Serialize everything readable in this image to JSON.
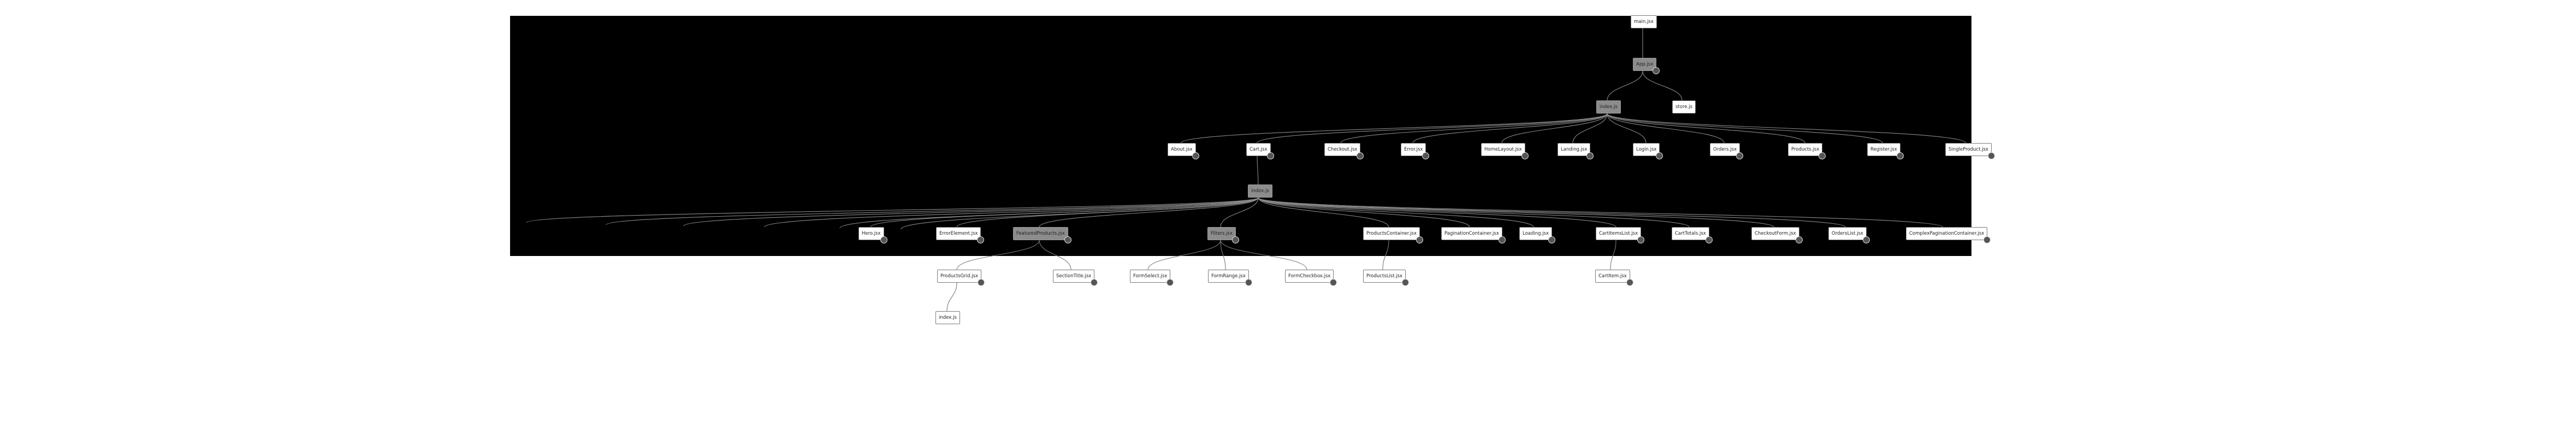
{
  "tree": {
    "nodes": [
      {
        "id": "n_main",
        "label": "main.jsx",
        "dir": false,
        "badge": false
      },
      {
        "id": "n_app",
        "label": "App.jsx",
        "dir": true,
        "badge": true
      },
      {
        "id": "n_pages",
        "label": "index.js",
        "dir": true,
        "badge": false
      },
      {
        "id": "n_store",
        "label": "store.js",
        "dir": false,
        "badge": false
      },
      {
        "id": "p1",
        "label": "About.jsx",
        "dir": false,
        "badge": true
      },
      {
        "id": "p2",
        "label": "Cart.jsx",
        "dir": false,
        "badge": true
      },
      {
        "id": "p3",
        "label": "Checkout.jsx",
        "dir": false,
        "badge": true
      },
      {
        "id": "p4",
        "label": "Error.jsx",
        "dir": false,
        "badge": true
      },
      {
        "id": "p5",
        "label": "HomeLayout.jsx",
        "dir": false,
        "badge": true
      },
      {
        "id": "p6",
        "label": "Landing.jsx",
        "dir": false,
        "badge": true
      },
      {
        "id": "p7",
        "label": "Login.jsx",
        "dir": false,
        "badge": true
      },
      {
        "id": "p8",
        "label": "Orders.jsx",
        "dir": false,
        "badge": true
      },
      {
        "id": "p9",
        "label": "Products.jsx",
        "dir": false,
        "badge": true
      },
      {
        "id": "p10",
        "label": "Register.jsx",
        "dir": false,
        "badge": true
      },
      {
        "id": "p11",
        "label": "SingleProduct.jsx",
        "dir": false,
        "badge": true
      },
      {
        "id": "n_comp",
        "label": "index.js",
        "dir": true,
        "badge": false
      },
      {
        "id": "c1",
        "label": "Hero.jsx",
        "dir": false,
        "badge": true
      },
      {
        "id": "c2",
        "label": "ErrorElement.jsx",
        "dir": false,
        "badge": true
      },
      {
        "id": "c3",
        "label": "FeaturedProducts.jsx",
        "dir": true,
        "badge": true
      },
      {
        "id": "c4",
        "label": "Filters.jsx",
        "dir": true,
        "badge": true
      },
      {
        "id": "c5",
        "label": "ProductsContainer.jsx",
        "dir": false,
        "badge": true
      },
      {
        "id": "c6",
        "label": "PaginationContainer.jsx",
        "dir": false,
        "badge": true
      },
      {
        "id": "c7",
        "label": "Loading.jsx",
        "dir": false,
        "badge": true
      },
      {
        "id": "c8",
        "label": "CartItemsList.jsx",
        "dir": false,
        "badge": true
      },
      {
        "id": "c9",
        "label": "CartTotals.jsx",
        "dir": false,
        "badge": true
      },
      {
        "id": "c10",
        "label": "CheckoutForm.jsx",
        "dir": false,
        "badge": true
      },
      {
        "id": "c11",
        "label": "OrdersList.jsx",
        "dir": false,
        "badge": true
      },
      {
        "id": "c12",
        "label": "ComplexPaginationContainer.jsx",
        "dir": false,
        "badge": true
      },
      {
        "id": "g1",
        "label": "ProductsGrid.jsx",
        "dir": false,
        "badge": true
      },
      {
        "id": "g2",
        "label": "SectionTitle.jsx",
        "dir": false,
        "badge": true
      },
      {
        "id": "g3",
        "label": "FormSelect.jsx",
        "dir": false,
        "badge": true
      },
      {
        "id": "g4",
        "label": "FormRange.jsx",
        "dir": false,
        "badge": true
      },
      {
        "id": "g5",
        "label": "FormCheckbox.jsx",
        "dir": false,
        "badge": true
      },
      {
        "id": "g6",
        "label": "ProductsList.jsx",
        "dir": false,
        "badge": true
      },
      {
        "id": "g7",
        "label": "CartItem.jsx",
        "dir": false,
        "badge": true
      },
      {
        "id": "h1",
        "label": "index.js",
        "dir": false,
        "badge": false
      }
    ]
  }
}
